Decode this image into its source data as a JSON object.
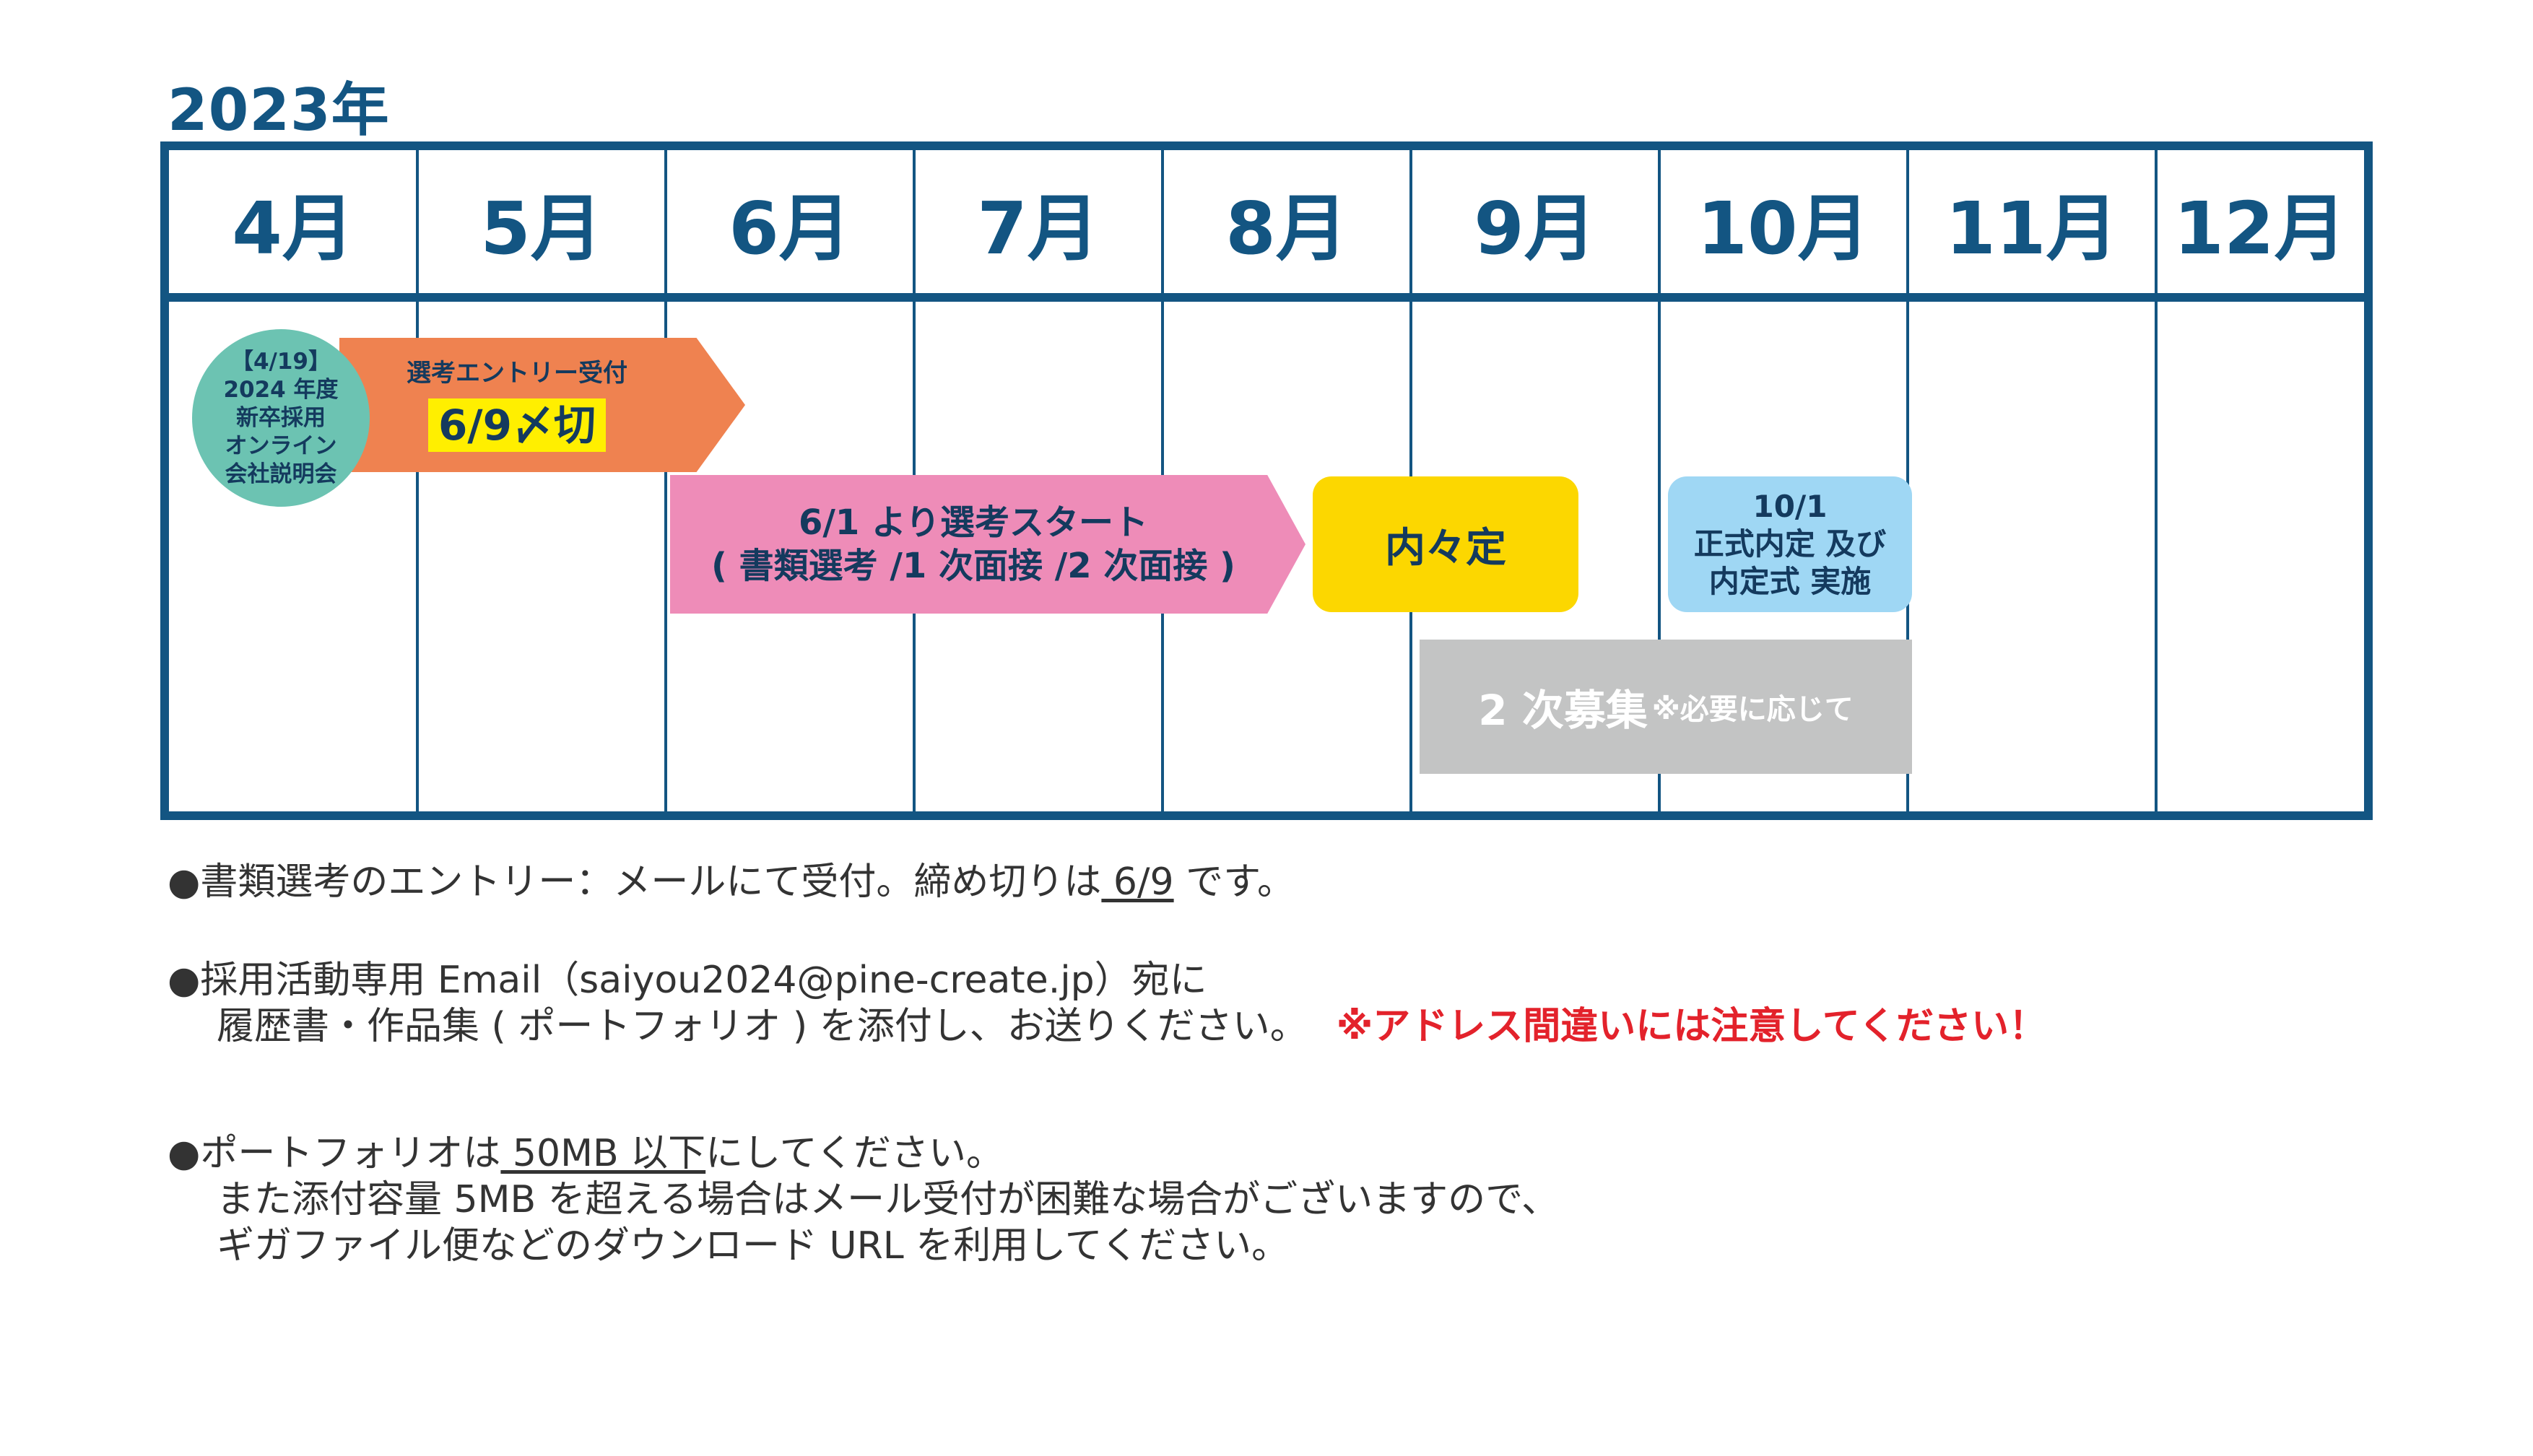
{
  "year_label": "2023年",
  "months": [
    "4月",
    "5月",
    "6月",
    "7月",
    "8月",
    "9月",
    "10月",
    "11月",
    "12月"
  ],
  "events": {
    "briefing": {
      "lines": [
        "【4/19】",
        "2024 年度",
        "新卒採用",
        "オンライン",
        "会社説明会"
      ]
    },
    "entry": {
      "title": "選考エントリー受付",
      "deadline": "6/9〆切"
    },
    "selection": {
      "line1": "6/1 より選考スタート",
      "line2": "( 書類選考 /1 次面接 /2 次面接 )"
    },
    "naitei": {
      "label": "内々定"
    },
    "formal": {
      "lines": [
        "10/1",
        "正式内定 及び",
        "内定式 実施"
      ]
    },
    "second_round": {
      "main": "2 次募集",
      "note": "※必要に応じて"
    }
  },
  "notes": {
    "bullet": "●",
    "n1_a": "書類選考のエントリー：メールにて受付。締め切りは",
    "n1_date": " 6/9",
    "n1_b": " です。",
    "n2_a": "採用活動専用 Email（saiyou2024@pine-create.jp）宛に",
    "n2_b": "履歴書・作品集 ( ポートフォリオ ) を添付し、お送りください。",
    "n2_warning": "※アドレス間違いには注意してください！",
    "n3_a": "ポートフォリオは",
    "n3_size": " 50MB 以下",
    "n3_b": "にしてください。",
    "n3_line2": "また添付容量 5MB を超える場合はメール受付が困難な場合がございますので、",
    "n3_line3": "ギガファイル便などのダウンロード URL を利用してください。"
  },
  "colors": {
    "navy": "#135582",
    "orange": "#ef8250",
    "teal": "#6cc3b2",
    "pink": "#ee8cb8",
    "yellow": "#fcd700",
    "highlight": "#ffef00",
    "light_blue": "#9fd7f4",
    "gray": "#c3c4c4",
    "warning_red": "#e3222b"
  }
}
